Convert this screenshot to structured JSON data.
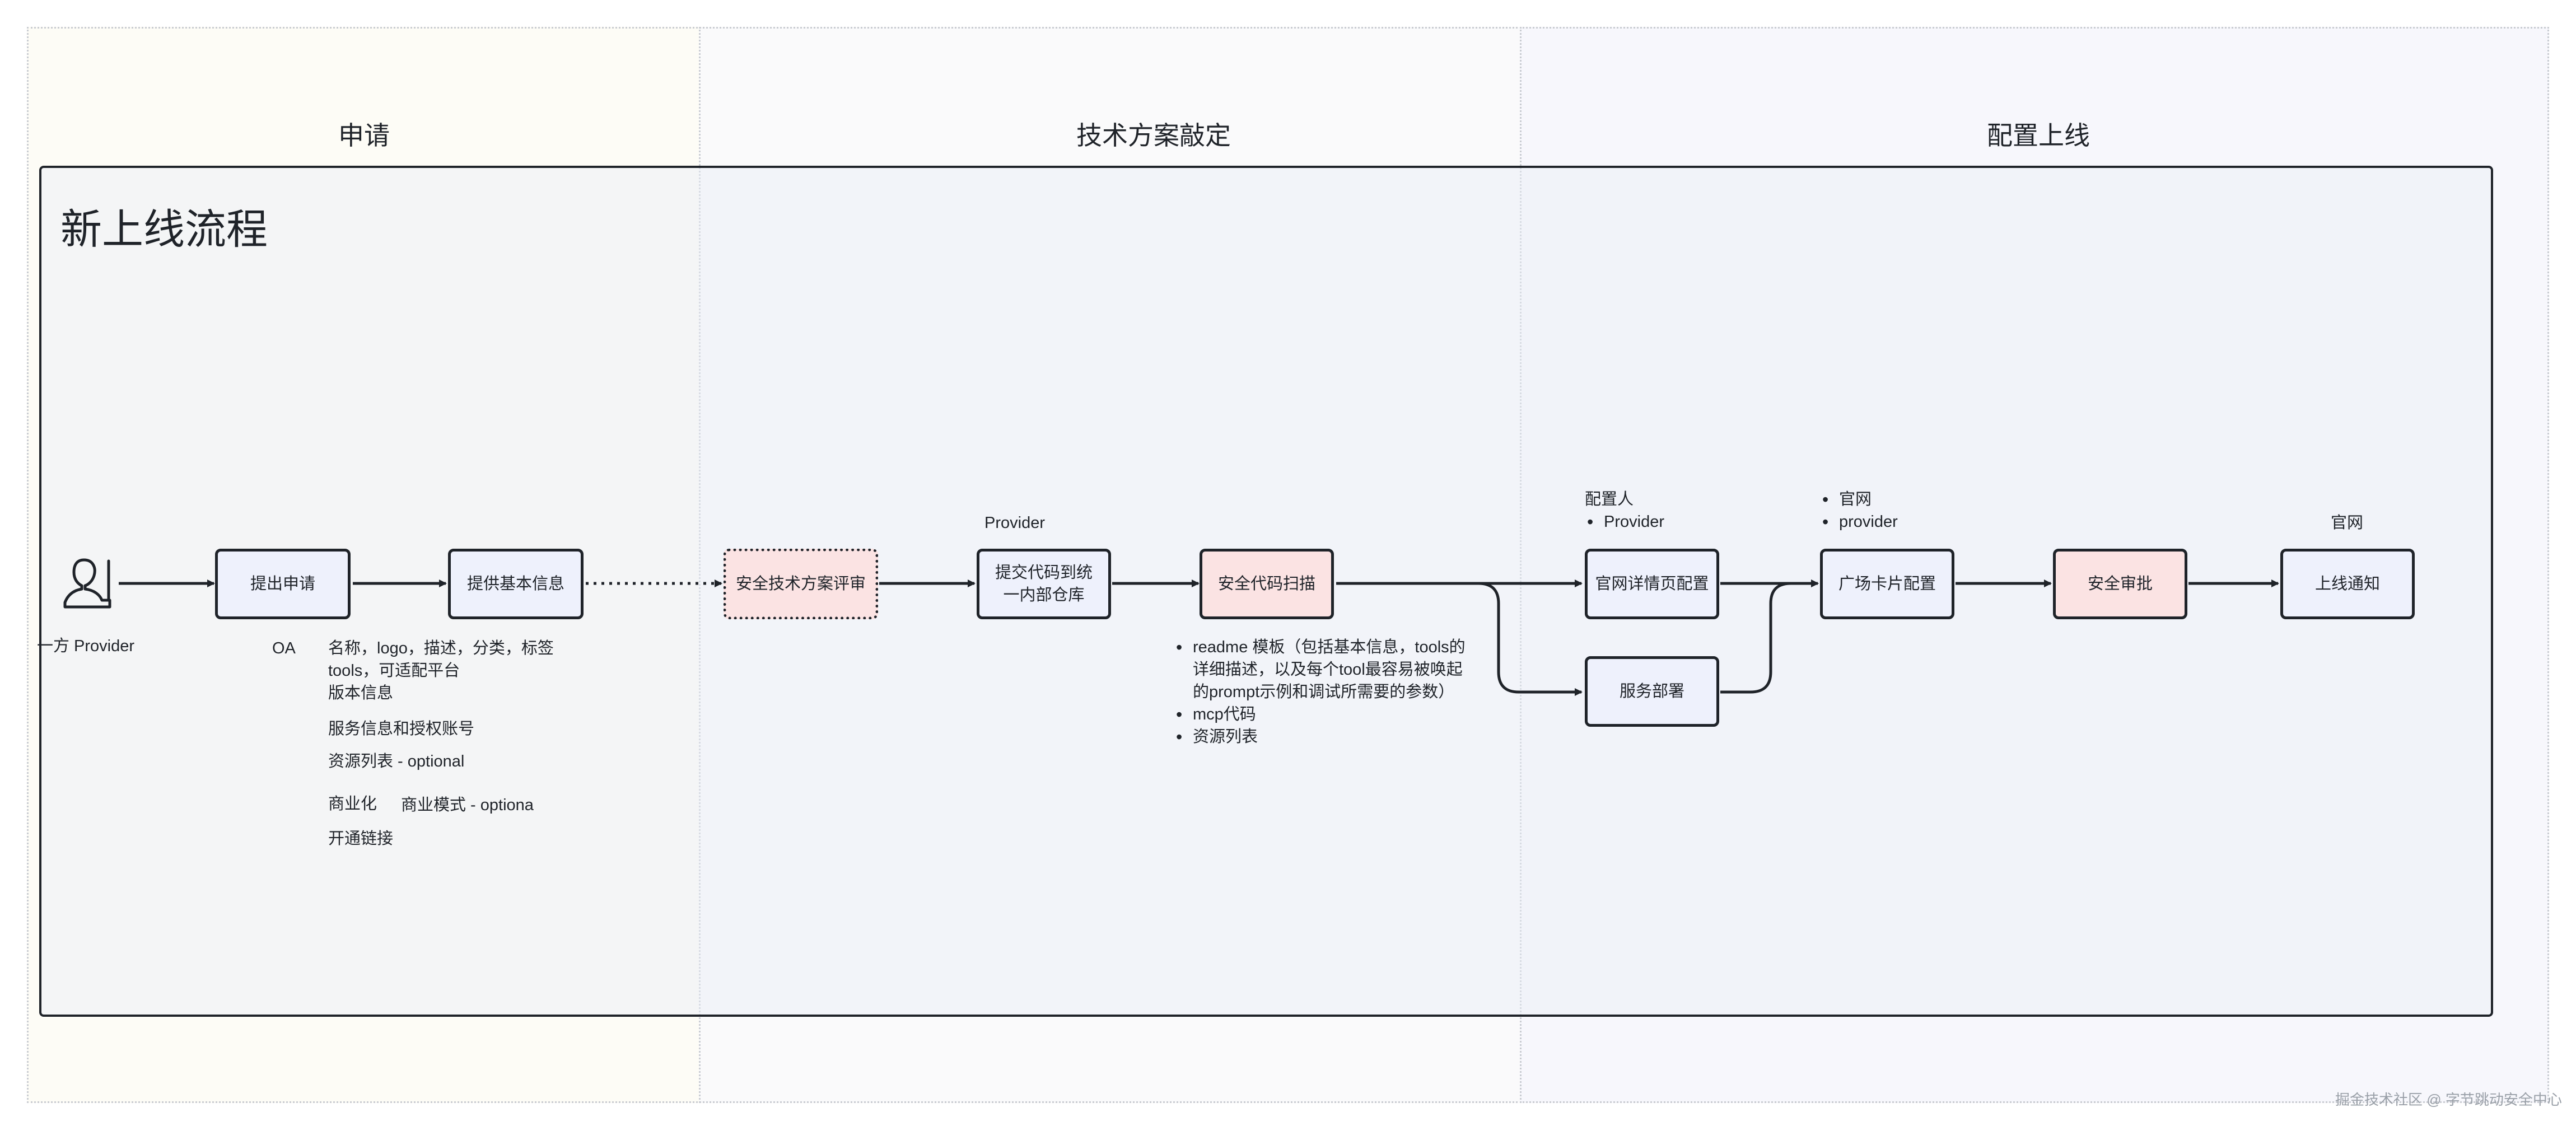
{
  "lanes": [
    {
      "title": "申请",
      "bg": "#fdfcf6"
    },
    {
      "title": "技术方案敲定",
      "bg": "#fafafb"
    },
    {
      "title": "配置上线",
      "bg": "#f7f7fc"
    }
  ],
  "frame": {
    "title": "新上线流程"
  },
  "actor": {
    "icon": "person-icon",
    "label": "一方 Provider"
  },
  "nodes": {
    "apply": {
      "label": "提出申请",
      "fill": "#eef1fc"
    },
    "basic_info": {
      "label": "提供基本信息",
      "fill": "#eef1fc"
    },
    "security_review": {
      "label": "安全技术方案评审",
      "fill": "#fbe3e3"
    },
    "submit_code": {
      "label": "提交代码到统一内部仓库",
      "fill": "#eef1fc"
    },
    "code_scan": {
      "label": "安全代码扫描",
      "fill": "#fbe3e3"
    },
    "site_config": {
      "label": "官网详情页配置",
      "fill": "#eef1fc"
    },
    "deploy": {
      "label": "服务部署",
      "fill": "#eef1fc"
    },
    "card_config": {
      "label": "广场卡片配置",
      "fill": "#eef1fc"
    },
    "security_approval": {
      "label": "安全审批",
      "fill": "#fbe3e3"
    },
    "launch_notice": {
      "label": "上线通知",
      "fill": "#eef1fc"
    }
  },
  "annotations": {
    "oa": "OA",
    "info_1": "名称，logo，描述，分类，标签",
    "info_2": "tools，可适配平台",
    "info_3": "版本信息",
    "info_4": "服务信息和授权账号",
    "info_5": "资源列表 - optional",
    "info_6": "商业化",
    "info_7": "商业模式 - optiona",
    "info_8": "开通链接",
    "provider_above_submit": "Provider",
    "scan_bullets": [
      "readme 模板（包括基本信息，tools的详细描述，以及每个tool最容易被唤起的prompt示例和调试所需要的参数）",
      "mcp代码",
      "资源列表"
    ],
    "site_config_header": "配置人",
    "site_config_bullets": [
      "Provider"
    ],
    "card_bullets": [
      "官网",
      "provider"
    ],
    "notice_above": "官网"
  },
  "watermark": "掘金技术社区 @ 字节跳动安全中心"
}
